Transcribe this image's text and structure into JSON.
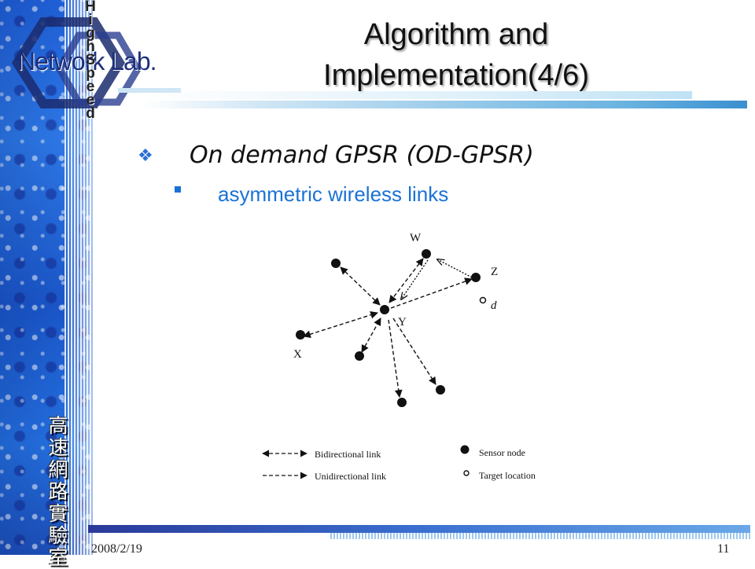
{
  "logo": {
    "text": "Network Lab.",
    "vertical_text": [
      "H",
      "i",
      "g",
      "h",
      "S",
      "p",
      "e",
      "e",
      "d"
    ]
  },
  "sidebar": {
    "cjk_chars": [
      "高",
      "速",
      "網",
      "路",
      "實",
      "驗",
      "室"
    ]
  },
  "slide": {
    "title_line1": "Algorithm and",
    "title_line2": "Implementation(4/6)",
    "bullet_mark": "❖",
    "bullet_main": "On demand GPSR (OD-GPSR)",
    "sub_bullet": "asymmetric wireless links"
  },
  "figure": {
    "node_labels": {
      "W": "W",
      "Z": "Z",
      "d": "d",
      "Y": "Y",
      "X": "X"
    },
    "legend": {
      "bidirectional": "Bidirectional link",
      "unidirectional": "Unidirectional link",
      "sensor": "Sensor node",
      "target": "Target location"
    }
  },
  "footer": {
    "date": "2008/2/19",
    "page_number": "11"
  },
  "colors": {
    "accent_blue": "#1a72d6",
    "title_text": "#111111"
  }
}
